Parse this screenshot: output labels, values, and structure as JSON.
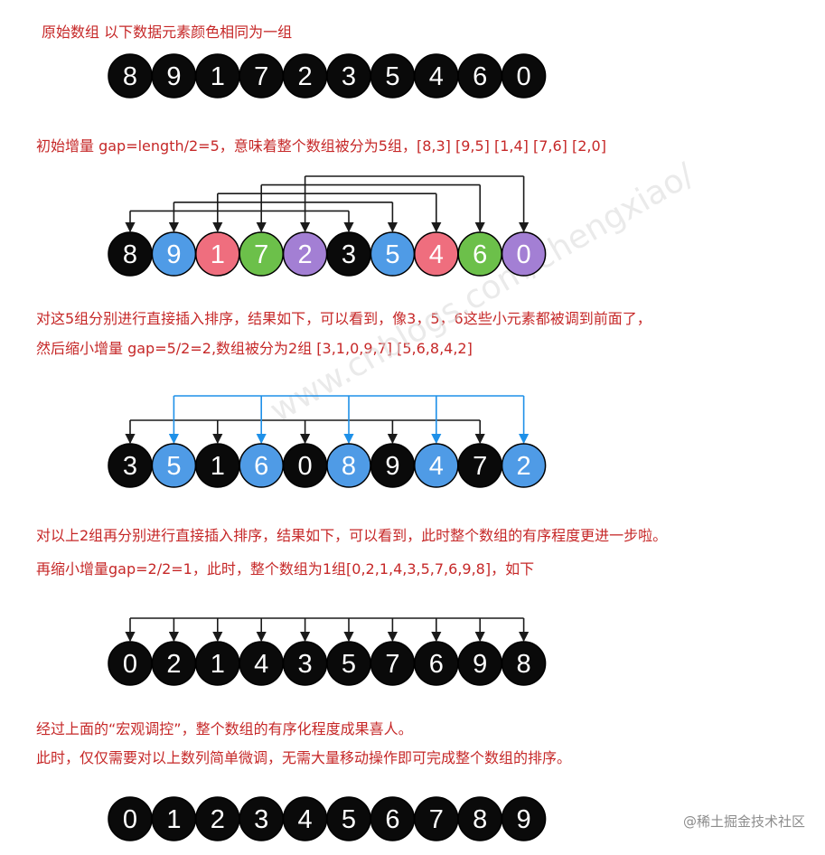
{
  "captions": {
    "c1": "原始数组  以下数据元素颜色相同为一组",
    "c2": "初始增量 gap=length/2=5，意味着整个数组被分为5组，[8,3] [9,5] [1,4] [7,6] [2,0]",
    "c3": "对这5组分别进行直接插入排序，结果如下，可以看到，像3，5，6这些小元素都被调到前面了，",
    "c4": "然后缩小增量 gap=5/2=2,数组被分为2组 [3,1,0,9,7] [5,6,8,4,2]",
    "c5": "对以上2组再分别进行直接插入排序，结果如下，可以看到，此时整个数组的有序程度更进一步啦。",
    "c6": "再缩小增量gap=2/2=1，此时，整个数组为1组[0,2,1,4,3,5,7,6,9,8]，如下",
    "c7": "经过上面的“宏观调控”，整个数组的有序化程度成果喜人。",
    "c8": "此时，仅仅需要对以上数列简单微调，无需大量移动操作即可完成整个数组的排序。"
  },
  "colors": {
    "black": "#0a0a0a",
    "blue": "#4f9be6",
    "pink": "#ef6e7e",
    "green": "#6cc04a",
    "purple": "#a37fd4",
    "arrow_black": "#1a1a1a",
    "arrow_blue": "#1e90e8",
    "caption": "#c62828"
  },
  "rows": [
    {
      "values": [
        8,
        9,
        1,
        7,
        2,
        3,
        5,
        4,
        6,
        0
      ],
      "colors": [
        "black",
        "black",
        "black",
        "black",
        "black",
        "black",
        "black",
        "black",
        "black",
        "black"
      ]
    },
    {
      "values": [
        8,
        9,
        1,
        7,
        2,
        3,
        5,
        4,
        6,
        0
      ],
      "colors": [
        "black",
        "blue",
        "pink",
        "green",
        "purple",
        "black",
        "blue",
        "pink",
        "green",
        "purple"
      ]
    },
    {
      "values": [
        3,
        5,
        1,
        6,
        0,
        8,
        9,
        4,
        7,
        2
      ],
      "colors": [
        "black",
        "blue",
        "black",
        "blue",
        "black",
        "blue",
        "black",
        "blue",
        "black",
        "blue"
      ]
    },
    {
      "values": [
        0,
        2,
        1,
        4,
        3,
        5,
        7,
        6,
        9,
        8
      ],
      "colors": [
        "black",
        "black",
        "black",
        "black",
        "black",
        "black",
        "black",
        "black",
        "black",
        "black"
      ]
    },
    {
      "values": [
        0,
        1,
        2,
        3,
        4,
        5,
        6,
        7,
        8,
        9
      ],
      "colors": [
        "black",
        "black",
        "black",
        "black",
        "black",
        "black",
        "black",
        "black",
        "black",
        "black"
      ]
    }
  ],
  "connections": [
    {
      "row": 1,
      "groups": [
        [
          0,
          5
        ],
        [
          1,
          6
        ],
        [
          2,
          7
        ],
        [
          3,
          8
        ],
        [
          4,
          9
        ]
      ],
      "color": "arrow_black"
    },
    {
      "row": 2,
      "groups": [
        [
          0,
          2,
          4,
          6,
          8
        ]
      ],
      "color": "arrow_black"
    },
    {
      "row": 2,
      "groups": [
        [
          1,
          3,
          5,
          7,
          9
        ]
      ],
      "color": "arrow_blue"
    },
    {
      "row": 3,
      "groups": [
        [
          0,
          1,
          2,
          3,
          4,
          5,
          6,
          7,
          8,
          9
        ]
      ],
      "color": "arrow_black"
    }
  ],
  "watermark": "www.cnblogs.com/chengxiao/",
  "brand": "@稀土掘金技术社区"
}
